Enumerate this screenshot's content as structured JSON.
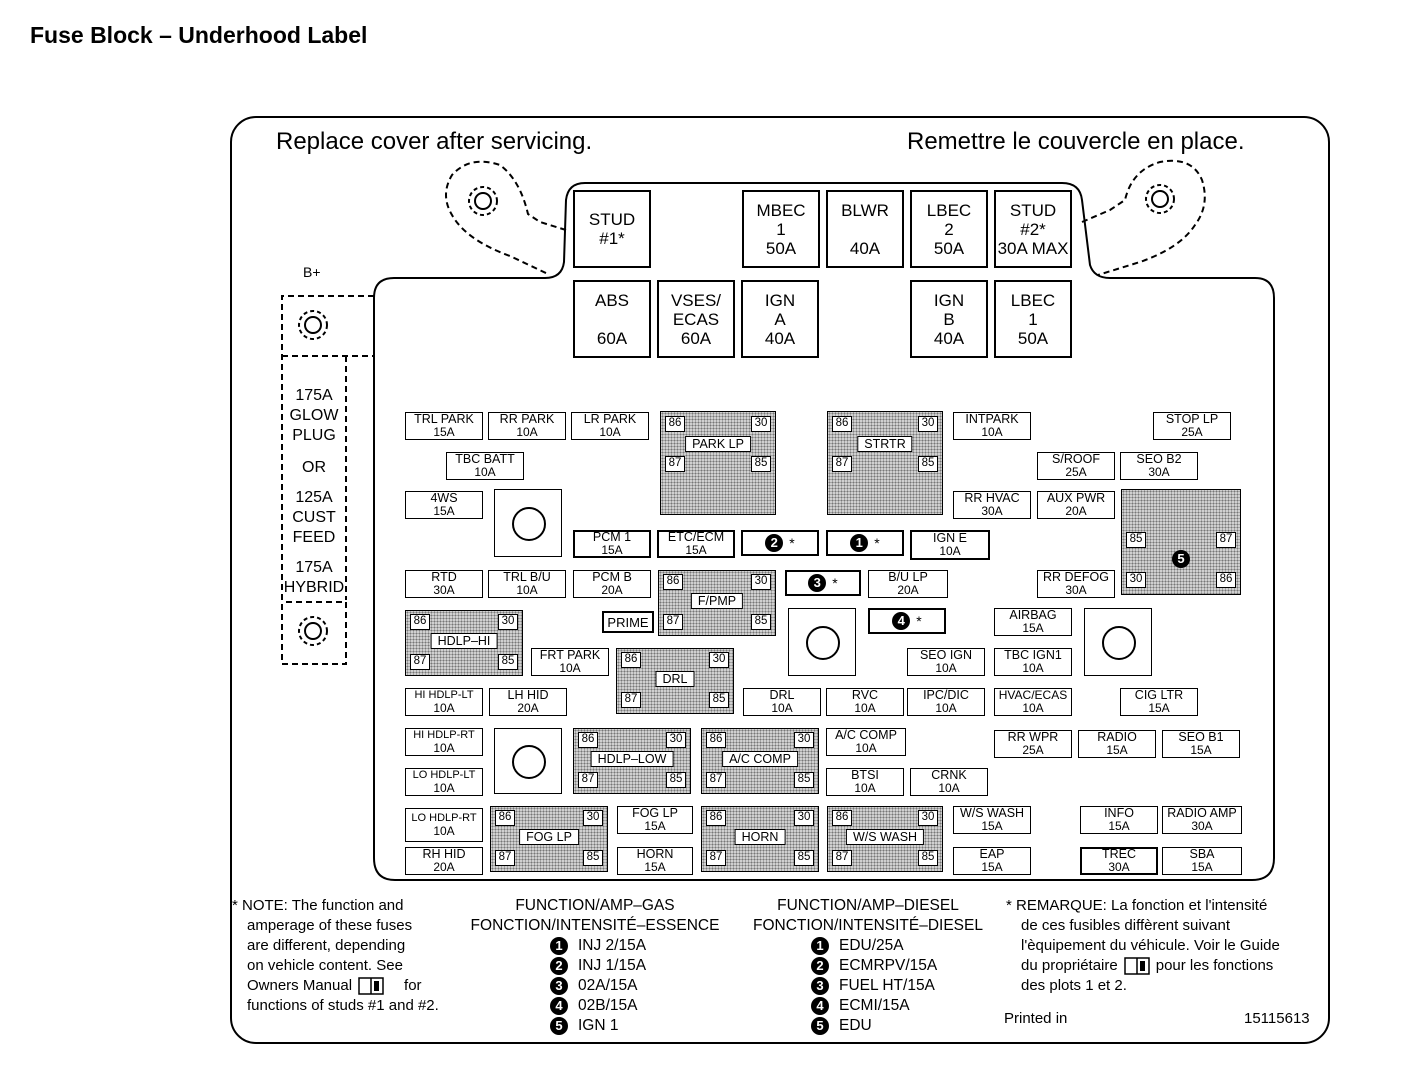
{
  "title": "Fuse Block – Underhood Label",
  "header": {
    "left": "Replace cover after servicing.",
    "right": "Remettre le couvercle en place."
  },
  "battery": {
    "b_plus": "B+",
    "side": [
      "175A",
      "GLOW",
      "PLUG",
      "OR",
      "125A",
      "CUST",
      "FEED",
      "175A",
      "HYBRID"
    ]
  },
  "top_fuses": [
    {
      "id": "stud1",
      "text": "STUD\n#1*"
    },
    {
      "id": "mbec1",
      "text": "MBEC\n1\n50A"
    },
    {
      "id": "blwr",
      "text": "BLWR\n\n40A"
    },
    {
      "id": "lbec2",
      "text": "LBEC\n2\n50A"
    },
    {
      "id": "stud2",
      "text": "STUD\n#2*\n30A MAX"
    },
    {
      "id": "abs",
      "text": "ABS\n\n60A"
    },
    {
      "id": "vses",
      "text": "VSES/\nECAS\n60A"
    },
    {
      "id": "igna",
      "text": "IGN\nA\n40A"
    },
    {
      "id": "ignb",
      "text": "IGN\nB\n40A"
    },
    {
      "id": "lbec1",
      "text": "LBEC\n1\n50A"
    }
  ],
  "mini_fuses": [
    {
      "id": "trl-park",
      "name": "TRL PARK",
      "amp": "15A"
    },
    {
      "id": "rr-park",
      "name": "RR PARK",
      "amp": "10A"
    },
    {
      "id": "lr-park",
      "name": "LR PARK",
      "amp": "10A"
    },
    {
      "id": "tbc-batt",
      "name": "TBC BATT",
      "amp": "10A"
    },
    {
      "id": "4ws",
      "name": "4WS",
      "amp": "15A"
    },
    {
      "id": "pcm1",
      "name": "PCM 1",
      "amp": "15A"
    },
    {
      "id": "etc-ecm",
      "name": "ETC/ECM",
      "amp": "15A"
    },
    {
      "id": "intpark",
      "name": "INTPARK",
      "amp": "10A"
    },
    {
      "id": "stop-lp",
      "name": "STOP LP",
      "amp": "25A"
    },
    {
      "id": "s-roof",
      "name": "S/ROOF",
      "amp": "25A"
    },
    {
      "id": "seo-b2",
      "name": "SEO B2",
      "amp": "30A"
    },
    {
      "id": "rr-hvac",
      "name": "RR HVAC",
      "amp": "30A"
    },
    {
      "id": "aux-pwr",
      "name": "AUX PWR",
      "amp": "20A"
    },
    {
      "id": "ign-e",
      "name": "IGN E",
      "amp": "10A"
    },
    {
      "id": "rtd",
      "name": "RTD",
      "amp": "30A"
    },
    {
      "id": "trl-bu",
      "name": "TRL B/U",
      "amp": "10A"
    },
    {
      "id": "pcm-b",
      "name": "PCM B",
      "amp": "20A"
    },
    {
      "id": "bu-lp",
      "name": "B/U LP",
      "amp": "20A"
    },
    {
      "id": "rr-defog",
      "name": "RR DEFOG",
      "amp": "30A"
    },
    {
      "id": "prime",
      "name": "PRIME",
      "amp": ""
    },
    {
      "id": "airbag",
      "name": "AIRBAG",
      "amp": "15A"
    },
    {
      "id": "frt-park",
      "name": "FRT PARK",
      "amp": "10A"
    },
    {
      "id": "seo-ign",
      "name": "SEO IGN",
      "amp": "10A"
    },
    {
      "id": "tbc-ign1",
      "name": "TBC IGN1",
      "amp": "10A"
    },
    {
      "id": "hi-hdlp-lt",
      "name": "HI HDLP-LT",
      "amp": "10A"
    },
    {
      "id": "lh-hid",
      "name": "LH HID",
      "amp": "20A"
    },
    {
      "id": "drl-f",
      "name": "DRL",
      "amp": "10A"
    },
    {
      "id": "rvc",
      "name": "RVC",
      "amp": "10A"
    },
    {
      "id": "ipc-dic",
      "name": "IPC/DIC",
      "amp": "10A"
    },
    {
      "id": "hvac-ecas",
      "name": "HVAC/ECAS",
      "amp": "10A"
    },
    {
      "id": "cig-ltr",
      "name": "CIG LTR",
      "amp": "15A"
    },
    {
      "id": "hi-hdlp-rt",
      "name": "HI HDLP-RT",
      "amp": "10A"
    },
    {
      "id": "ac-comp-f",
      "name": "A/C COMP",
      "amp": "10A"
    },
    {
      "id": "rr-wpr",
      "name": "RR WPR",
      "amp": "25A"
    },
    {
      "id": "radio",
      "name": "RADIO",
      "amp": "15A"
    },
    {
      "id": "seo-b1",
      "name": "SEO B1",
      "amp": "15A"
    },
    {
      "id": "lo-hdlp-lt",
      "name": "LO HDLP-LT",
      "amp": "10A"
    },
    {
      "id": "btsi",
      "name": "BTSI",
      "amp": "10A"
    },
    {
      "id": "crnk",
      "name": "CRNK",
      "amp": "10A"
    },
    {
      "id": "lo-hdlp-rt",
      "name": "LO HDLP-RT",
      "amp": "10A"
    },
    {
      "id": "fog-lp-f",
      "name": "FOG LP",
      "amp": "15A"
    },
    {
      "id": "ws-wash-f",
      "name": "W/S WASH",
      "amp": "15A"
    },
    {
      "id": "info",
      "name": "INFO",
      "amp": "15A"
    },
    {
      "id": "radio-amp",
      "name": "RADIO AMP",
      "amp": "30A"
    },
    {
      "id": "rh-hid",
      "name": "RH HID",
      "amp": "20A"
    },
    {
      "id": "horn-f",
      "name": "HORN",
      "amp": "15A"
    },
    {
      "id": "eap",
      "name": "EAP",
      "amp": "15A"
    },
    {
      "id": "trec",
      "name": "TREC",
      "amp": "30A"
    },
    {
      "id": "sba",
      "name": "SBA",
      "amp": "15A"
    }
  ],
  "relays": [
    {
      "id": "park-lp",
      "name": "PARK LP"
    },
    {
      "id": "strtr",
      "name": "STRTR"
    },
    {
      "id": "f-pmp",
      "name": "F/PMP"
    },
    {
      "id": "hdlp-hi",
      "name": "HDLP–HI"
    },
    {
      "id": "drl-r",
      "name": "DRL"
    },
    {
      "id": "hdlp-low",
      "name": "HDLP–LOW"
    },
    {
      "id": "ac-comp-r",
      "name": "A/C COMP"
    },
    {
      "id": "fog-lp-r",
      "name": "FOG LP"
    },
    {
      "id": "horn-r",
      "name": "HORN"
    },
    {
      "id": "ws-wash-r",
      "name": "W/S WASH"
    },
    {
      "id": "relay5",
      "name": "5"
    }
  ],
  "pins": {
    "p86": "86",
    "p30": "30",
    "p87": "87",
    "p85": "85"
  },
  "studs": [
    {
      "id": "s2",
      "num": "2",
      "mark": "*"
    },
    {
      "id": "s1",
      "num": "1",
      "mark": "*"
    },
    {
      "id": "s3",
      "num": "3",
      "mark": "*"
    },
    {
      "id": "s4",
      "num": "4",
      "mark": "*"
    }
  ],
  "note_en": [
    "* NOTE:  The function and",
    "amperage of these fuses",
    "are different, depending",
    "on vehicle content.  See",
    "Owners Manual",
    "functions of studs #1 and #2."
  ],
  "note_en_for": "for",
  "note_fr": [
    "* REMARQUE:  La fonction et l'intensité",
    "de ces fusibles diffèrent suivant",
    "l'èquipement du véhicule. Voir le Guide",
    "du propriétaire",
    "des plots 1 et 2."
  ],
  "note_fr_pour": "pour les fonctions",
  "gas": {
    "head1": "FUNCTION/AMP–GAS",
    "head2": "FONCTION/INTENSITÉ–ESSENCE",
    "rows": [
      {
        "n": "1",
        "t": "INJ 2/15A"
      },
      {
        "n": "2",
        "t": "INJ 1/15A"
      },
      {
        "n": "3",
        "t": "02A/15A"
      },
      {
        "n": "4",
        "t": "02B/15A"
      },
      {
        "n": "5",
        "t": "IGN 1"
      }
    ]
  },
  "diesel": {
    "head1": "FUNCTION/AMP–DIESEL",
    "head2": "FONCTION/INTENSITÉ–DIESEL",
    "rows": [
      {
        "n": "1",
        "t": "EDU/25A"
      },
      {
        "n": "2",
        "t": "ECMRPV/15A"
      },
      {
        "n": "3",
        "t": "FUEL HT/15A"
      },
      {
        "n": "4",
        "t": "ECMI/15A"
      },
      {
        "n": "5",
        "t": "EDU"
      }
    ]
  },
  "printed_in": "Printed in",
  "part_number": "15115613",
  "icons": {
    "manual": "book-icon",
    "mount": "mounting-hole-icon"
  }
}
